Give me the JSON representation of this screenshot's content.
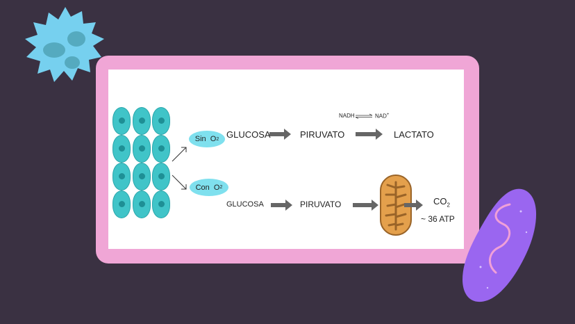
{
  "diagram": {
    "anaerobic": {
      "condition": "Sin",
      "gas": "O",
      "gas_sub": "2",
      "step1": "GLUCOSA",
      "step2": "PIRUVATO",
      "step3": "LACTATO",
      "cofactor_left": "NADH",
      "cofactor_right": "NAD",
      "cofactor_sup": "+"
    },
    "aerobic": {
      "condition": "Con",
      "gas": "O",
      "gas_sub": "2",
      "step1": "GLUCOSA",
      "step2": "PIRUVATO",
      "product1": "CO",
      "product1_sub": "2",
      "product2": "~ 36 ATP"
    }
  },
  "icons": [
    "bacterium-icon",
    "cell-cluster-icon",
    "mitochondrion-icon",
    "bacillus-icon"
  ],
  "colors": {
    "background": "#3a3142",
    "frame": "#f0a6d6",
    "cell": "#40c4c8",
    "pill": "#7fe0ee",
    "mitochondrion": "#e4a04c",
    "bacterium": "#76d0ef",
    "bacillus": "#9a66f0"
  }
}
